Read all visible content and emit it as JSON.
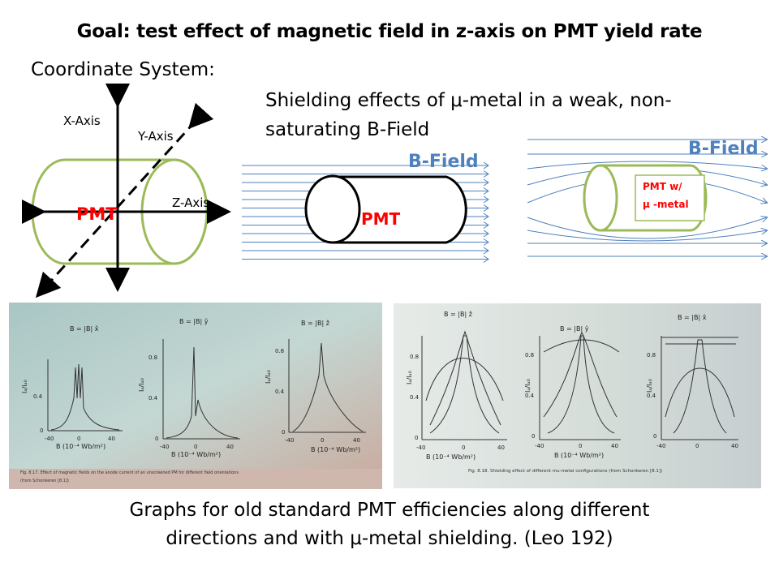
{
  "title": "Goal: test effect of magnetic field in z-axis on PMT yield rate",
  "coordinate_system": {
    "heading": "Coordinate System:",
    "x_axis": "X-Axis",
    "y_axis": "Y-Axis",
    "z_axis": "Z-Axis",
    "cylinder_label": "PMT"
  },
  "shielding": {
    "text_line1": "Shielding effects of μ-metal in a weak, non-",
    "text_line2": "saturating B-Field",
    "unshielded": {
      "field_label": "B-Field",
      "cylinder_label": "PMT"
    },
    "shielded": {
      "field_label": "B-Field",
      "box_line1": "PMT w/",
      "box_line2": "μ -metal"
    }
  },
  "left_photo": {
    "plots": [
      {
        "label": "B = |B| x̂",
        "ylabel": "Iₐ/Iₐ₀",
        "xlabel": "B (10⁻⁴ Wb/m²)",
        "yticks": [
          "0.4",
          "0"
        ],
        "xticks": [
          "-40",
          "0",
          "40"
        ]
      },
      {
        "label": "B = |B| ŷ",
        "ylabel": "Iₐ/Iₐ₀",
        "xlabel": "B (10⁻⁴ Wb/m²)",
        "yticks": [
          "0.8",
          "0.4",
          "0"
        ],
        "xticks": [
          "-40",
          "0",
          "40"
        ]
      },
      {
        "label": "B = |B| ẑ",
        "ylabel": "Iₐ/Iₐ₀",
        "xlabel": "B (10⁻⁴ Wb/m²)",
        "yticks": [
          "0.8",
          "0.4",
          "0"
        ],
        "xticks": [
          "-40",
          "0",
          "40"
        ]
      }
    ],
    "caption_line1": "Fig. 8.17. Effect of magnetic fields on the anode current of an unscreened PM for different field orientations",
    "caption_line2": "(from Schonkeren [8.1])"
  },
  "right_photo": {
    "plots": [
      {
        "label": "B = |B| ẑ",
        "ylabel": "Iₐ/Iₐ₀",
        "xlabel": "B (10⁻⁴ Wb/m²)",
        "yticks": [
          "0.8",
          "0.4",
          "0"
        ],
        "xticks": [
          "-40",
          "0",
          "40"
        ]
      },
      {
        "label": "B = |B| ŷ",
        "ylabel": "Iₐ/Iₐ₀",
        "xlabel": "B (10⁻⁴ Wb/m²)",
        "yticks": [
          "0.8",
          "0.4",
          "0"
        ],
        "xticks": [
          "-40",
          "0",
          "40"
        ]
      },
      {
        "label": "B = |B| x̂",
        "ylabel": "Iₐ/Iₐ₀",
        "xlabel": "",
        "yticks": [
          "0.8",
          "0.4",
          "0"
        ],
        "xticks": [
          "-40",
          "0",
          "40"
        ]
      }
    ],
    "caption": "Fig. 8.18. Shielding effect of different mu-metal configurations (from Schonkeren [8.1])"
  },
  "caption_line1": "Graphs for old standard PMT efficiencies along different",
  "caption_line2": "directions and with μ-metal shielding. (Leo 192)",
  "colors": {
    "cylinder_green": "#9bbb59",
    "field_blue": "#4f81bd",
    "pmt_red": "#ff0000",
    "field_label_blue": "#4f81bd",
    "photo_bg": "#b8d0cc"
  }
}
